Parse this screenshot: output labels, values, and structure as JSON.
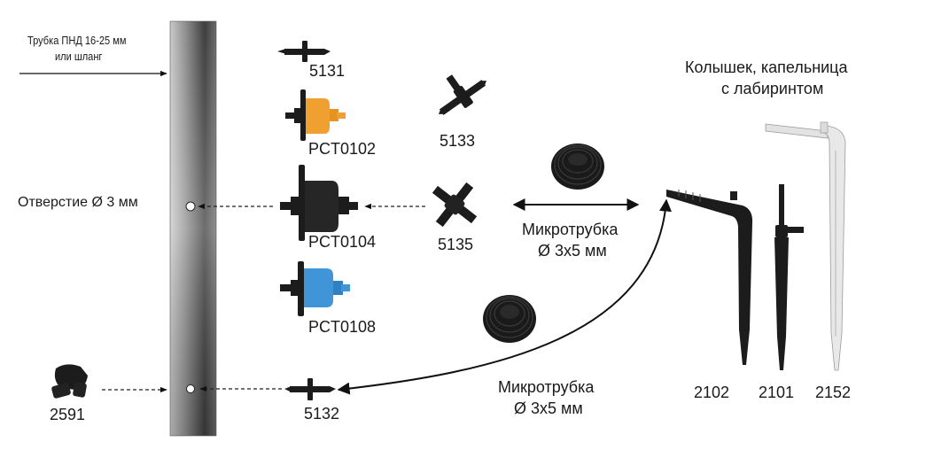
{
  "pipe": {
    "label_line1": "Трубка ПНД 16-25 мм",
    "label_line2": "или шланг",
    "hole_label": "Отверстие Ø 3 мм",
    "color_light": "#d8d8d8",
    "color_dark": "#3a3a3a"
  },
  "parts": {
    "p5131": "5131",
    "pct0102": "PCT0102",
    "pct0104": "PCT0104",
    "pct0108": "PCT0108",
    "p5133": "5133",
    "p5135": "5135",
    "p5132": "5132",
    "p2591": "2591",
    "p2102": "2102",
    "p2101": "2101",
    "p2152": "2152"
  },
  "stakes_title": {
    "line1": "Колышек, капельница",
    "line2": "с лабиринтом"
  },
  "microtube_top": {
    "line1": "Микротрубка",
    "line2": "Ø 3х5 мм"
  },
  "microtube_bottom": {
    "line1": "Микротрубка",
    "line2": "Ø 3х5 мм"
  },
  "colors": {
    "dripper_orange": "#f0a030",
    "dripper_blue": "#3f95d8",
    "part_black": "#1c1c1c",
    "stake_white": "#e6e6e6"
  },
  "icons": [
    "pipe-section",
    "barbed-connector-icon",
    "pressure-dripper-icon",
    "tee-icon",
    "cross-icon",
    "coil-icon",
    "plug-icon",
    "stake-icon"
  ]
}
